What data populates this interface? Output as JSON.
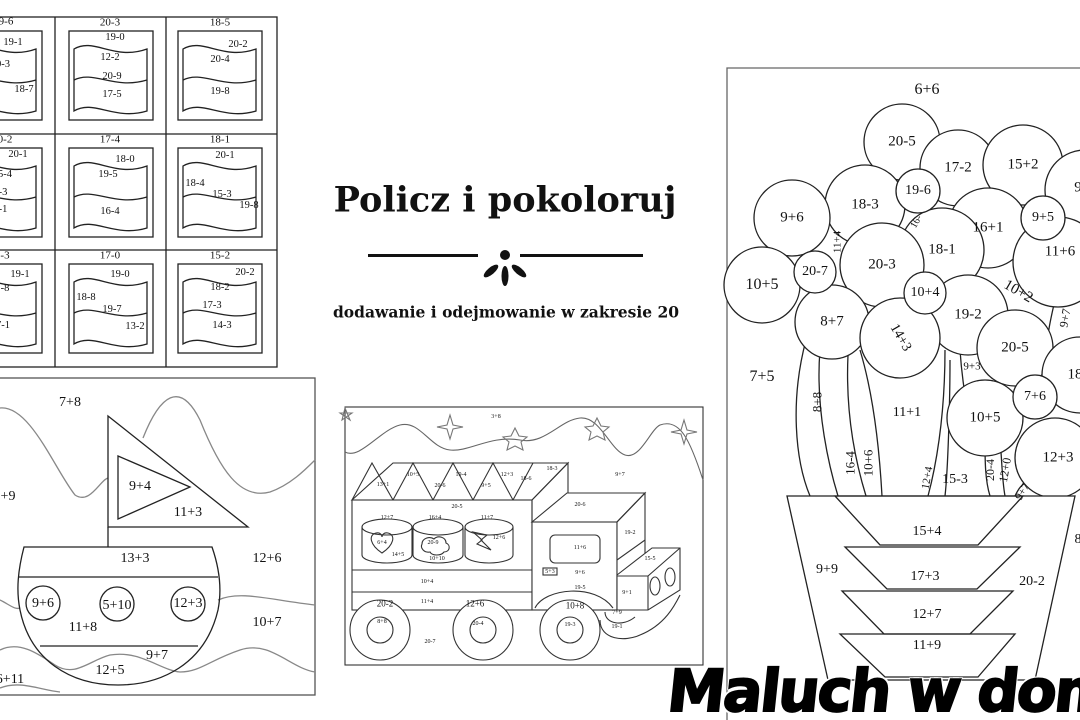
{
  "title": "Policz i pokoloruj",
  "subtitle": "dodawanie i odejmowanie w zakresie 20",
  "logo": "Maluch w domu",
  "flags": [
    {
      "heading": "9-6",
      "labels": [
        "19-1",
        "0-3",
        "18-7"
      ]
    },
    {
      "heading": "20-3",
      "labels": [
        "19-0",
        "12-2",
        "20-9",
        "17-5"
      ]
    },
    {
      "heading": "18-5",
      "labels": [
        "20-2",
        "20-4",
        "19-8"
      ]
    },
    {
      "heading": "0-2",
      "labels": [
        "20-1",
        "5-4",
        "-3",
        "-1"
      ]
    },
    {
      "heading": "17-4",
      "labels": [
        "18-0",
        "19-5",
        "16-4"
      ]
    },
    {
      "heading": "18-1",
      "labels": [
        "20-1",
        "18-4",
        "15-3",
        "19-8"
      ]
    },
    {
      "heading": "-3",
      "labels": [
        "19-1",
        "-8",
        "7-1"
      ]
    },
    {
      "heading": "17-0",
      "labels": [
        "19-0",
        "18-8",
        "19-7",
        "13-2"
      ]
    },
    {
      "heading": "15-2",
      "labels": [
        "20-2",
        "18-2",
        "17-3",
        "14-3"
      ]
    }
  ],
  "boat": [
    "7+8",
    "+9",
    "9+4",
    "11+3",
    "13+3",
    "12+6",
    "9+6",
    "5+10",
    "12+3",
    "11+8",
    "10+7",
    "9+7",
    "12+5",
    "6+11"
  ],
  "truck": [
    "3+8",
    "9+7",
    "13+1",
    "10+5",
    "20-6",
    "19-4",
    "9+5",
    "12+3",
    "18-6",
    "18-3",
    "20-5",
    "12+7",
    "16+4",
    "11+7",
    "6+4",
    "14+5",
    "20-9",
    "10+10",
    "12+6",
    "20-6",
    "11+6",
    "9+6",
    "5+3",
    "19-2",
    "15-5",
    "9+1",
    "10+4",
    "11+4",
    "19-5",
    "20-2",
    "12+6",
    "10+8",
    "8+8",
    "20-4",
    "19-3",
    "19-1",
    "7+9",
    "20-7"
  ],
  "flower": [
    "6+6",
    "20-5",
    "17-2",
    "15+2",
    "19-6",
    "18-3",
    "9+6",
    "16+1",
    "9+5",
    "18-1",
    "11+6",
    "20-3",
    "20-7",
    "10+5",
    "10+4",
    "8+7",
    "19-2",
    "14+3",
    "20-5",
    "7+6",
    "10+5",
    "12+3",
    "10+2",
    "7+5",
    "8+8",
    "11+1",
    "16-4",
    "10+6",
    "12+4",
    "15-3",
    "20-4",
    "12+0",
    "9+7",
    "9+3",
    "11+4",
    "16-",
    "9+7",
    "15+4",
    "17+3",
    "12+7",
    "11+9",
    "9+9",
    "20-2",
    "8",
    "9",
    "18"
  ]
}
